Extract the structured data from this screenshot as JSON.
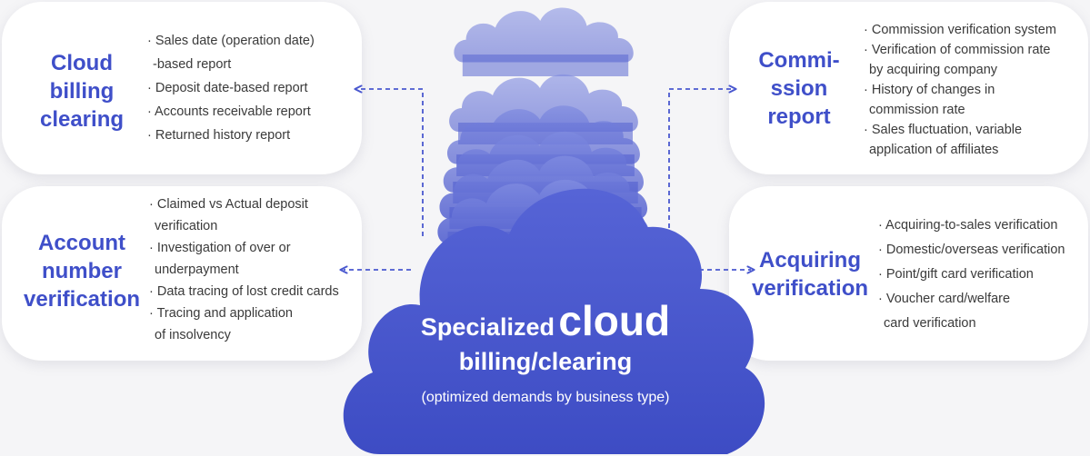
{
  "center": {
    "title_pre": "Specialized",
    "title_big": "cloud",
    "title_line2": "billing/clearing",
    "subtitle": "(optimized demands by business type)"
  },
  "cards": {
    "billing": {
      "title": [
        "Cloud",
        "billing",
        "clearing"
      ],
      "items": [
        [
          "Sales date (operation date)",
          "-based report"
        ],
        [
          "Deposit date-based report"
        ],
        [
          "Accounts receivable report"
        ],
        [
          "Returned history report"
        ]
      ]
    },
    "account": {
      "title": [
        "Account",
        "number",
        "verification"
      ],
      "items": [
        [
          "Claimed vs Actual deposit",
          "verification"
        ],
        [
          "Investigation of over or",
          "underpayment"
        ],
        [
          "Data tracing of lost credit cards"
        ],
        [
          "Tracing and application",
          "of insolvency"
        ]
      ]
    },
    "commission": {
      "title": [
        "Commi-",
        "ssion",
        "report"
      ],
      "items": [
        [
          "Commission verification system"
        ],
        [
          "Verification of commission rate",
          "by acquiring company"
        ],
        [
          "History of changes in",
          "commission rate"
        ],
        [
          "Sales fluctuation, variable",
          "application of affiliates"
        ]
      ]
    },
    "acquiring": {
      "title": [
        "Acquiring",
        "verification"
      ],
      "items": [
        [
          "Acquiring-to-sales verification"
        ],
        [
          "Domestic/overseas verification"
        ],
        [
          "Point/gift card verification"
        ],
        [
          "Voucher card/welfare",
          "card verification"
        ]
      ]
    }
  },
  "colors": {
    "accent": "#3f4fc9",
    "cloud_main": "#4a58cf",
    "cloud_stack": "#6a76d6",
    "arrow": "#4a58cf"
  },
  "icons": {
    "connector": "arrow-icon",
    "shape": "cloud-icon"
  }
}
